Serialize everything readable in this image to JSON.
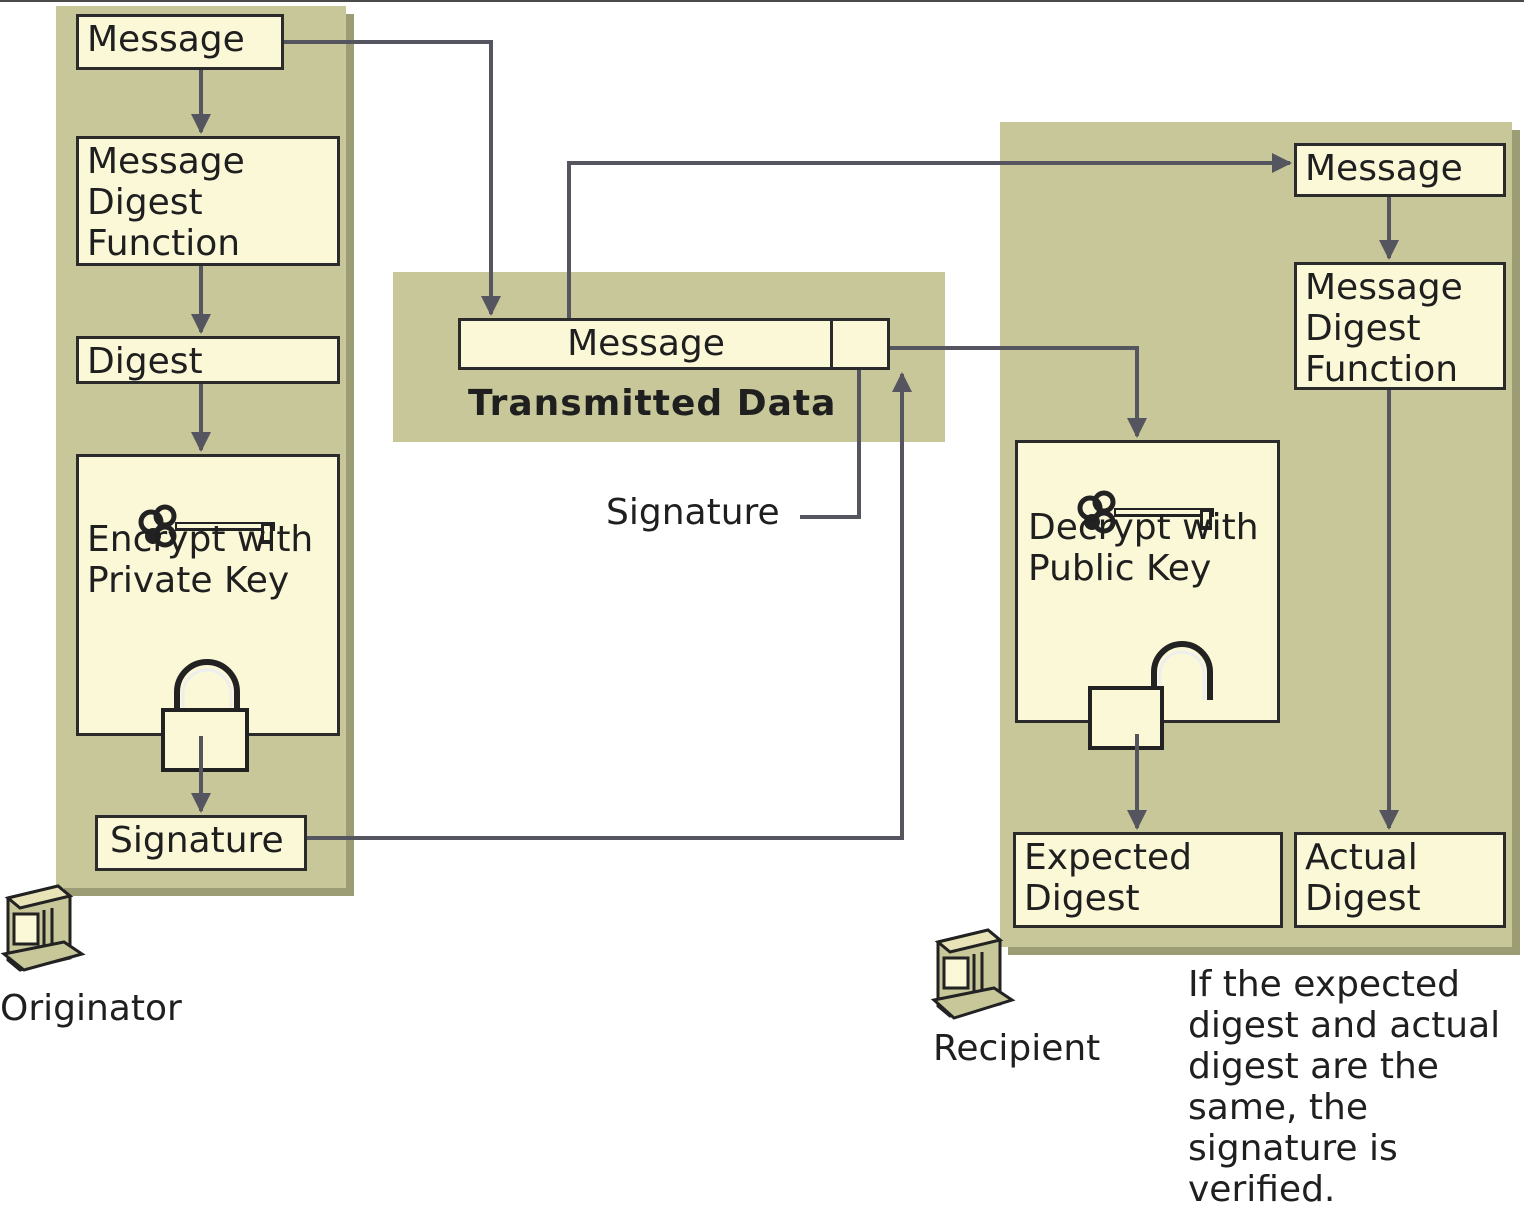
{
  "originator": {
    "caption": "Originator",
    "boxes": {
      "message": "Message",
      "digest_function": "Message\nDigest\nFunction",
      "digest": "Digest",
      "encrypt": "Encrypt with\nPrivate Key",
      "signature": "Signature"
    }
  },
  "transmitted": {
    "title": "Transmitted Data",
    "message": "Message",
    "signature_label": "Signature"
  },
  "recipient": {
    "caption": "Recipient",
    "boxes": {
      "message": "Message",
      "digest_function": "Message\nDigest\nFunction",
      "decrypt": "Decrypt with\nPublic Key",
      "expected_digest": "Expected\nDigest",
      "actual_digest": "Actual\nDigest"
    }
  },
  "note": "If the expected\ndigest and actual\ndigest are the\nsame, the\nsignature is\nverified.",
  "colors": {
    "panel": "#c7c79a",
    "box": "#fbf8d8",
    "arrow": "#55555f"
  },
  "icons": [
    "key-icon",
    "padlock-closed-icon",
    "padlock-open-icon",
    "computer-icon"
  ]
}
